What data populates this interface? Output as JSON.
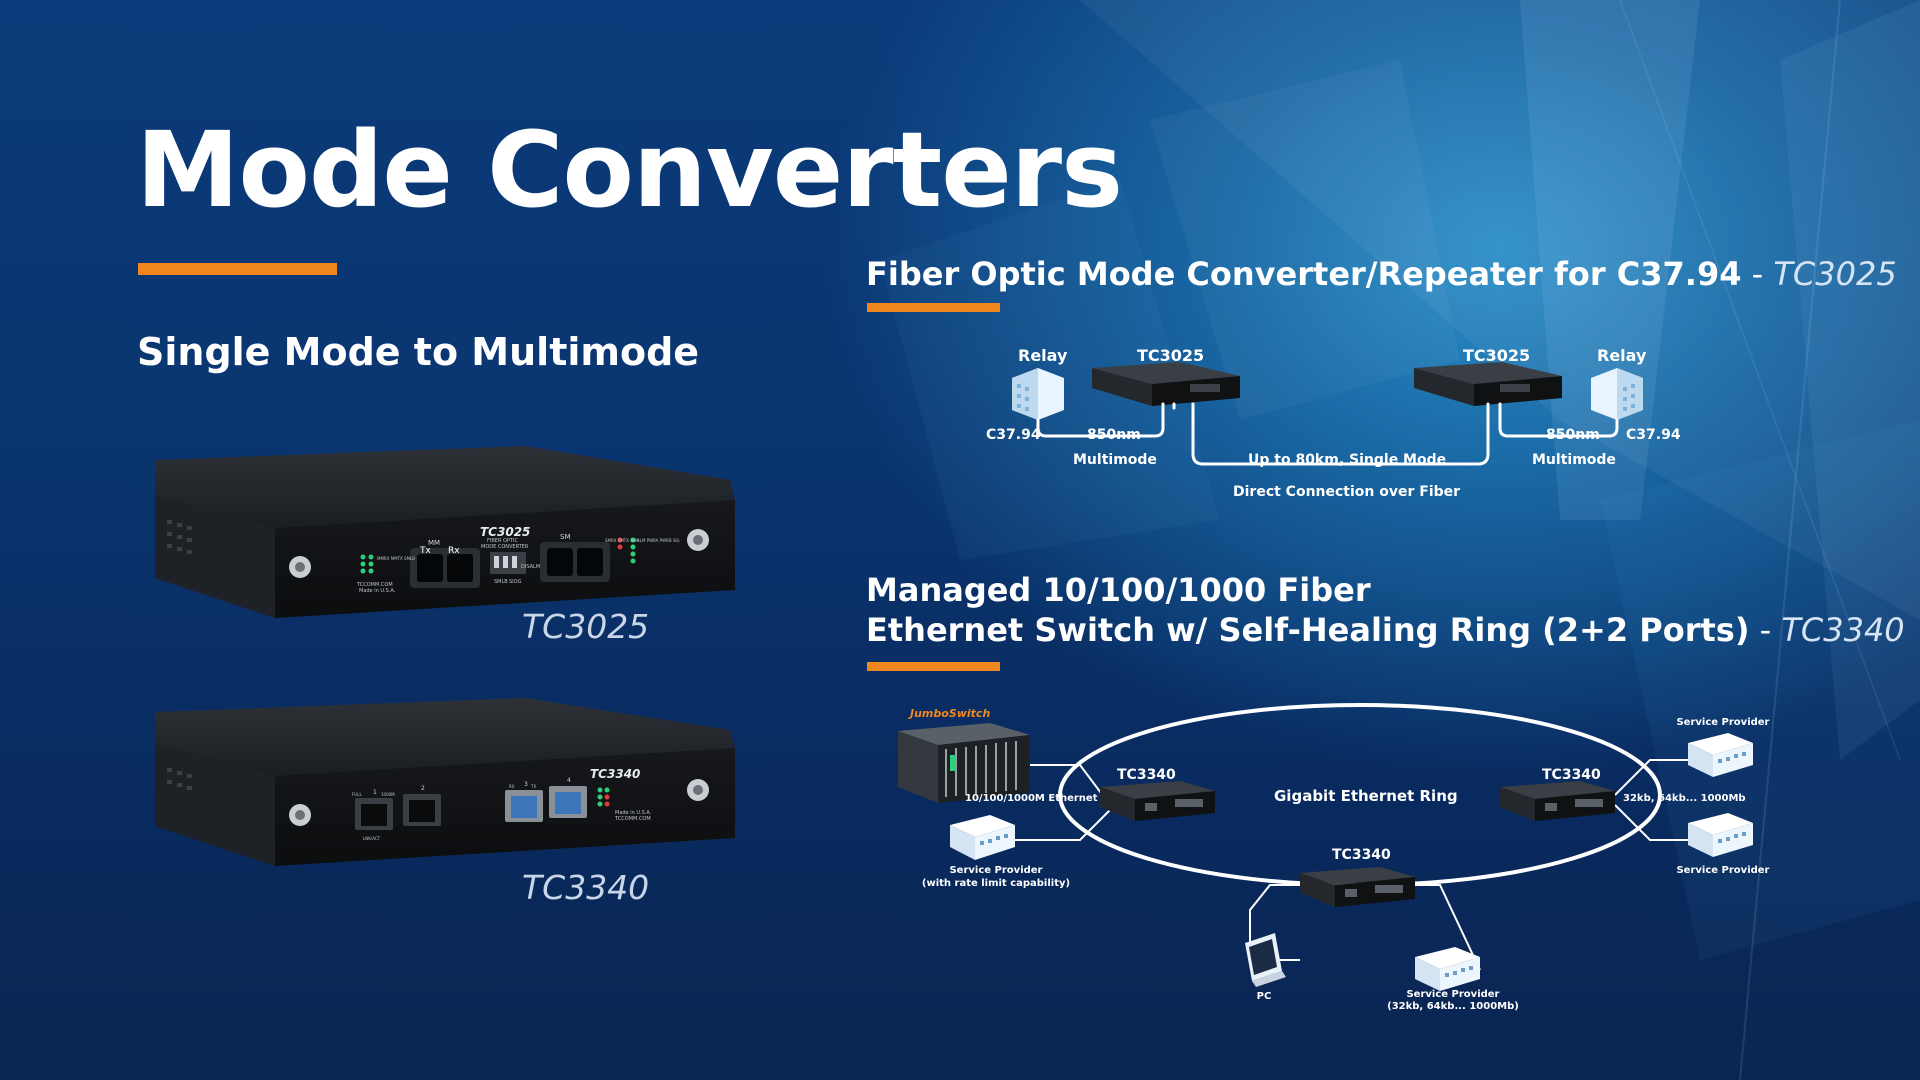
{
  "title": "Mode Converters",
  "left": {
    "subtitle": "Single Mode to Multimode",
    "devices": [
      {
        "caption": "TC3025",
        "faceplate": {
          "brand": "TC3025",
          "group_mm": "MM",
          "group_sm": "SM",
          "tx": "Tx",
          "rx": "Rx",
          "center_line1": "FIBER OPTIC",
          "center_line2": "MODE CONVERTER",
          "switch_a": "SMLB",
          "switch_b": "SIOG",
          "switch_c": "DISALM",
          "left_leds": "MMRX\nMMTX\nSMLB",
          "right_leds": "SMRX\nSMTX\nALM",
          "right_leds2": "ALM\nPWRA\nPWRB\nSIG",
          "maker": "TCCOMM.COM",
          "origin": "Made in U.S.A."
        }
      },
      {
        "caption": "TC3340",
        "faceplate": {
          "brand": "TC3340",
          "port1": "1",
          "port2": "2",
          "port3": "3",
          "port4": "4",
          "full": "FULL",
          "speed": "1000M",
          "linkact": "LNK/ACT",
          "rx": "RX",
          "tx": "TX",
          "maker": "TCCOMM.COM",
          "origin": "Made in U.S.A."
        }
      }
    ]
  },
  "section1": {
    "title": "Fiber Optic Mode Converter/Repeater for C37.94",
    "dash": " - ",
    "model": "TC3025",
    "diagram": {
      "relay_left": "Relay",
      "relay_right": "Relay",
      "device_left": "TC3025",
      "device_right": "TC3025",
      "std_left": "C37.94",
      "std_right": "C37.94",
      "wavelength_left": "850nm",
      "wavelength_right": "850nm",
      "mode_left": "Multimode",
      "mode_right": "Multimode",
      "link": "Up to 80km, Single Mode",
      "link_note": "Direct Connection over Fiber"
    }
  },
  "section2": {
    "title_line1": "Managed 10/100/1000 Fiber",
    "title_line2": "Ethernet Switch w/ Self-Healing Ring (2+2 Ports)",
    "dash": " - ",
    "model": "TC3340",
    "diagram": {
      "jumbo_logo": "JumboSwitch",
      "ring_label": "Gigabit Ethernet Ring",
      "node_left": "TC3340",
      "node_right": "TC3340",
      "node_bottom": "TC3340",
      "ethernet_label": "10/100/1000M Ethernet",
      "sp_left_line1": "Service Provider",
      "sp_left_line2": "(with rate limit capability)",
      "sp_right_top": "Service Provider",
      "sp_right_bottom": "Service Provider",
      "rate_right": "32kb, 64kb... 1000Mb",
      "pc_label": "PC",
      "sp_bottom_line1": "Service Provider",
      "sp_bottom_line2": "(32kb, 64kb... 1000Mb)"
    }
  },
  "colors": {
    "accent": "#f0871e",
    "bg_dark": "#0a2552",
    "bg_light": "#2c8fc8"
  }
}
